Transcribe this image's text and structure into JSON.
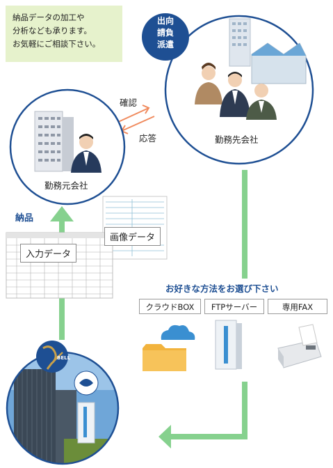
{
  "note": {
    "lines": [
      "納品データの加工や",
      "分析なども承ります。",
      "お気軽にご相談下さい。"
    ]
  },
  "workplace": {
    "badge_lines": [
      "出向",
      "請負",
      "派遣"
    ],
    "label": "勤務先会社"
  },
  "client": {
    "label": "勤務元会社"
  },
  "exchange": {
    "confirm_label": "確認",
    "reply_label": "応答"
  },
  "delivery": {
    "label": "納品",
    "input_data_label": "入力データ",
    "image_data_label": "画像データ"
  },
  "methods": {
    "title": "お好きな方法をお選び下さい",
    "items": [
      "クラウドBOX",
      "FTPサーバー",
      "専用FAX"
    ]
  },
  "bell": {
    "logo_text": "BELL"
  },
  "colors": {
    "navy": "#1e4f93",
    "flow_green": "#86d18e",
    "note_bg": "#e6f2cc",
    "arrow_orange": "#f08a5d",
    "cloud_blue": "#3a8fd1",
    "folder_yellow": "#f2b33d"
  }
}
